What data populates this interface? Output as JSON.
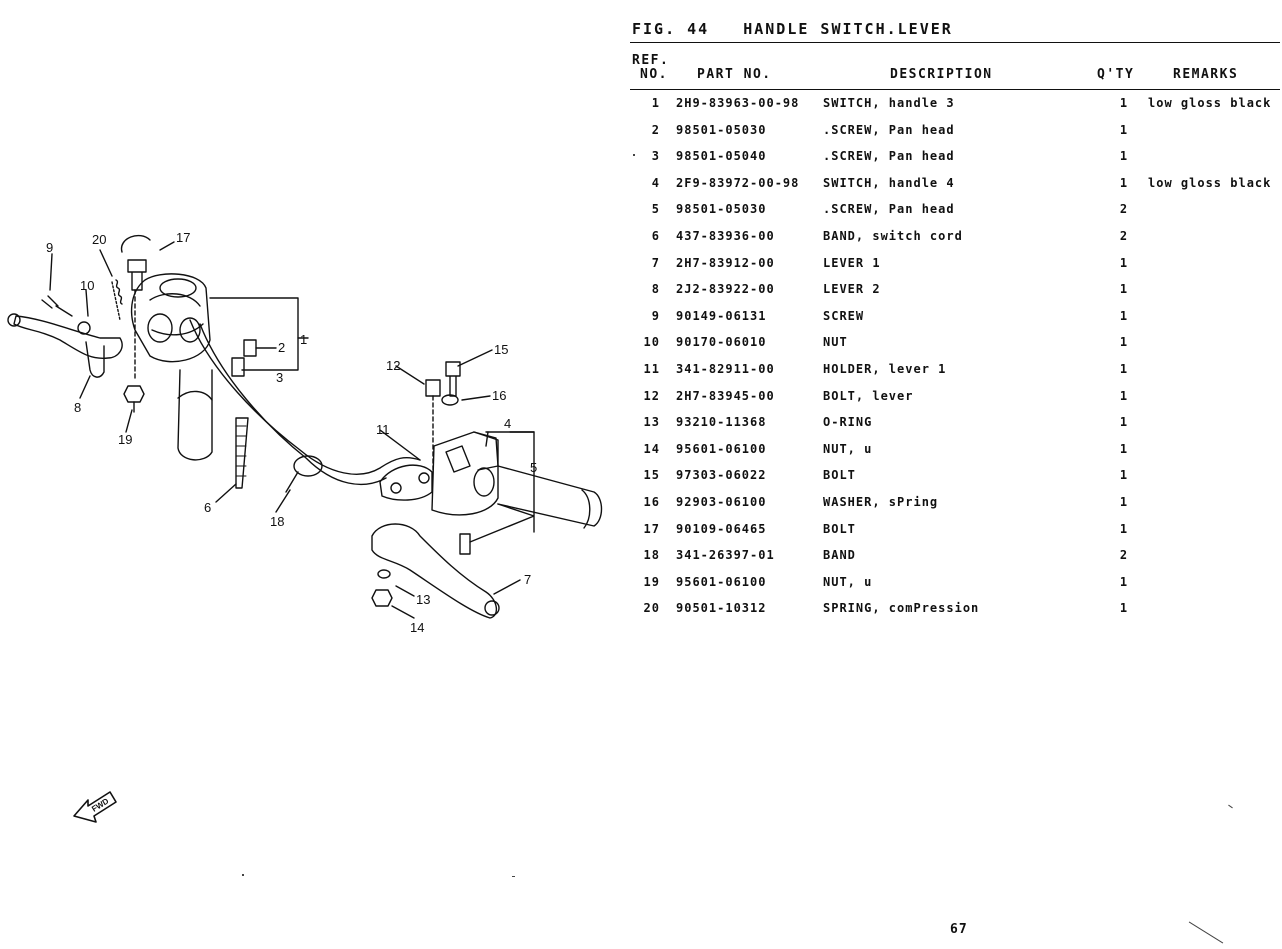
{
  "figure": {
    "label": "FIG. 44",
    "title": "HANDLE SWITCH.LEVER"
  },
  "table": {
    "headers": {
      "ref_line1": "REF.",
      "ref_line2": "NO.",
      "part_no": "PART NO.",
      "description": "DESCRIPTION",
      "qty": "Q'TY",
      "remarks": "REMARKS"
    },
    "rows": [
      {
        "no": "1",
        "part": "2H9-83963-00-98",
        "desc": "SWITCH, handle 3",
        "qty": "1",
        "remarks": "low gloss black"
      },
      {
        "no": "2",
        "part": "98501-05030",
        "desc": ".SCREW, Pan head",
        "qty": "1",
        "remarks": ""
      },
      {
        "no": "3",
        "part": "98501-05040",
        "desc": ".SCREW, Pan head",
        "qty": "1",
        "remarks": ""
      },
      {
        "no": "4",
        "part": "2F9-83972-00-98",
        "desc": "SWITCH, handle 4",
        "qty": "1",
        "remarks": "low gloss black"
      },
      {
        "no": "5",
        "part": "98501-05030",
        "desc": ".SCREW, Pan head",
        "qty": "2",
        "remarks": ""
      },
      {
        "no": "6",
        "part": "437-83936-00",
        "desc": "BAND, switch cord",
        "qty": "2",
        "remarks": ""
      },
      {
        "no": "7",
        "part": "2H7-83912-00",
        "desc": "LEVER 1",
        "qty": "1",
        "remarks": ""
      },
      {
        "no": "8",
        "part": "2J2-83922-00",
        "desc": "LEVER 2",
        "qty": "1",
        "remarks": ""
      },
      {
        "no": "9",
        "part": "90149-06131",
        "desc": "SCREW",
        "qty": "1",
        "remarks": ""
      },
      {
        "no": "10",
        "part": "90170-06010",
        "desc": "NUT",
        "qty": "1",
        "remarks": ""
      },
      {
        "no": "11",
        "part": "341-82911-00",
        "desc": "HOLDER, lever 1",
        "qty": "1",
        "remarks": ""
      },
      {
        "no": "12",
        "part": "2H7-83945-00",
        "desc": "BOLT, lever",
        "qty": "1",
        "remarks": ""
      },
      {
        "no": "13",
        "part": "93210-11368",
        "desc": "O-RING",
        "qty": "1",
        "remarks": ""
      },
      {
        "no": "14",
        "part": "95601-06100",
        "desc": "NUT, u",
        "qty": "1",
        "remarks": ""
      },
      {
        "no": "15",
        "part": "97303-06022",
        "desc": "BOLT",
        "qty": "1",
        "remarks": ""
      },
      {
        "no": "16",
        "part": "92903-06100",
        "desc": "WASHER, sPring",
        "qty": "1",
        "remarks": ""
      },
      {
        "no": "17",
        "part": "90109-06465",
        "desc": "BOLT",
        "qty": "1",
        "remarks": ""
      },
      {
        "no": "18",
        "part": "341-26397-01",
        "desc": "BAND",
        "qty": "2",
        "remarks": ""
      },
      {
        "no": "19",
        "part": "95601-06100",
        "desc": "NUT, u",
        "qty": "1",
        "remarks": ""
      },
      {
        "no": "20",
        "part": "90501-10312",
        "desc": "SPRING, comPression",
        "qty": "1",
        "remarks": ""
      }
    ]
  },
  "diagram": {
    "callouts": {
      "c1": "1",
      "c2": "2",
      "c3": "3",
      "c4": "4",
      "c5": "5",
      "c6": "6",
      "c7": "7",
      "c8": "8",
      "c9": "9",
      "c10": "10",
      "c11": "11",
      "c12": "12",
      "c13": "13",
      "c14": "14",
      "c15": "15",
      "c16": "16",
      "c17": "17",
      "c18": "18",
      "c19": "19",
      "c20": "20"
    },
    "forward_marker": "FWD",
    "forward_icon": "forward-arrow-icon"
  },
  "page": {
    "number": "67"
  }
}
